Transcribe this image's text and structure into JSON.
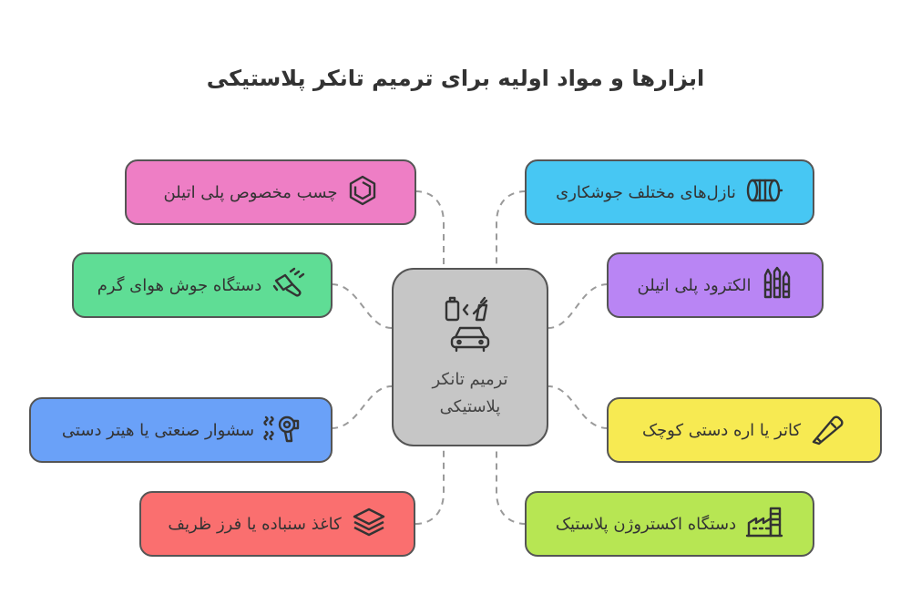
{
  "title": "ابزارها و مواد اولیه برای ترمیم تانکر پلاستیکی",
  "center": {
    "line1": "ترمیم تانکر",
    "line2": "پلاستیکی",
    "icons": [
      "battery-exchange-icon",
      "car-icon"
    ]
  },
  "items": [
    {
      "id": "glue",
      "label": "چسب مخصوص پلی اتیلن",
      "color": "#ee7ec5",
      "icon": "hexagon-outline-icon"
    },
    {
      "id": "hot-air-welder",
      "label": "دستگاه جوش هوای گرم",
      "color": "#5fdd95",
      "icon": "heat-gun-icon"
    },
    {
      "id": "heat-gun",
      "label": "سشوار صنعتی یا هیتر دستی",
      "color": "#6aa1f8",
      "icon": "hair-dryer-icon"
    },
    {
      "id": "sandpaper",
      "label": "کاغذ سنباده یا فرز ظریف",
      "color": "#fa6f6f",
      "icon": "layers-icon"
    },
    {
      "id": "nozzles",
      "label": "نازل‌های مختلف جوشکاری",
      "color": "#47c7f3",
      "icon": "nozzle-icon"
    },
    {
      "id": "electrode",
      "label": "الکترود پلی اتیلن",
      "color": "#b985f4",
      "icon": "rods-icon"
    },
    {
      "id": "cutter",
      "label": "کاتر یا اره دستی کوچک",
      "color": "#f7ea52",
      "icon": "cutter-icon"
    },
    {
      "id": "extruder",
      "label": "دستگاه اکستروژن پلاستیک",
      "color": "#b7e653",
      "icon": "factory-icon"
    }
  ]
}
